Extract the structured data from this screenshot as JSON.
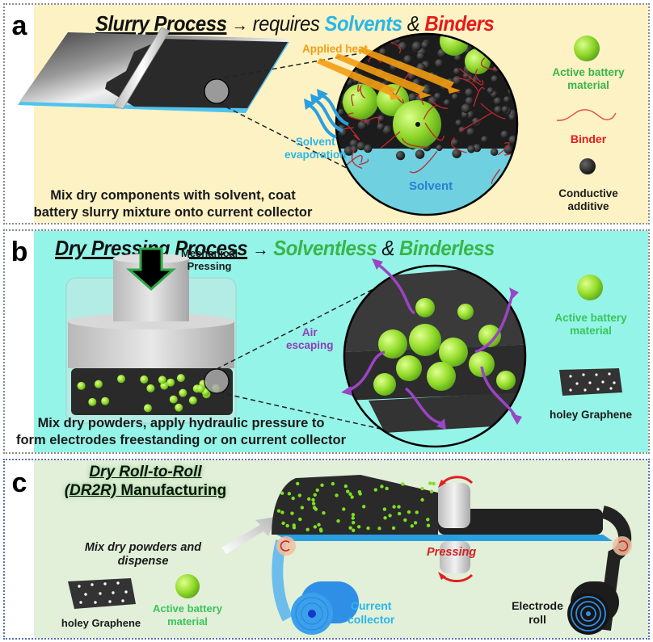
{
  "panels": {
    "a": {
      "letter": "a",
      "title_main": "Slurry Process",
      "title_arrow": "→",
      "title_requires": " requires ",
      "title_solvents": "Solvents",
      "title_amp": " & ",
      "title_binders": "Binders",
      "applied_heat": "Applied heat",
      "solvent_evaporation_1": "Solvent",
      "solvent_evaporation_2": "evaporation",
      "solvent_label": "Solvent",
      "caption_1": "Mix dry components with solvent, coat",
      "caption_2": "battery slurry mixture onto current collector",
      "legend": {
        "active_1": "Active battery",
        "active_2": "material",
        "binder": "Binder",
        "conductive_1": "Conductive",
        "conductive_2": "additive"
      }
    },
    "b": {
      "letter": "b",
      "title_main": "Dry Pressing Process",
      "title_arrow": "→",
      "title_solventless": "Solventless",
      "title_amp": " & ",
      "title_binderless": "Binderless",
      "mechanical_1": "Mechanical",
      "mechanical_2": "Pressing",
      "air_1": "Air",
      "air_2": "escaping",
      "caption_1": "Mix dry powders, apply hydraulic pressure to",
      "caption_2": "form electrodes freestanding or on current collector",
      "legend": {
        "active_1": "Active battery",
        "active_2": "material",
        "graphene": "holey Graphene"
      }
    },
    "c": {
      "letter": "c",
      "title_1": "Dry Roll-to-Roll",
      "title_2a": "(DR2R)",
      "title_2b": " Manufacturing",
      "mix_1": "Mix dry powders and",
      "mix_2": "dispense",
      "graphene": "holey Graphene",
      "active_1": "Active battery",
      "active_2": "material",
      "pressing": "Pressing",
      "current_1": "Current",
      "current_2": "collector",
      "electrode_1": "Electrode",
      "electrode_2": "roll"
    }
  },
  "colors": {
    "panel_a_bg": "#fdf2c4",
    "panel_b_bg": "#95f4e8",
    "panel_c_bg": "#e2efd9",
    "solvent_blue": "#29b6e8",
    "binder_red": "#e8191b",
    "active_green": "#39b54a",
    "heat_orange": "#f39c12",
    "air_purple": "#8e3fb5",
    "pressing_red": "#d42020"
  }
}
